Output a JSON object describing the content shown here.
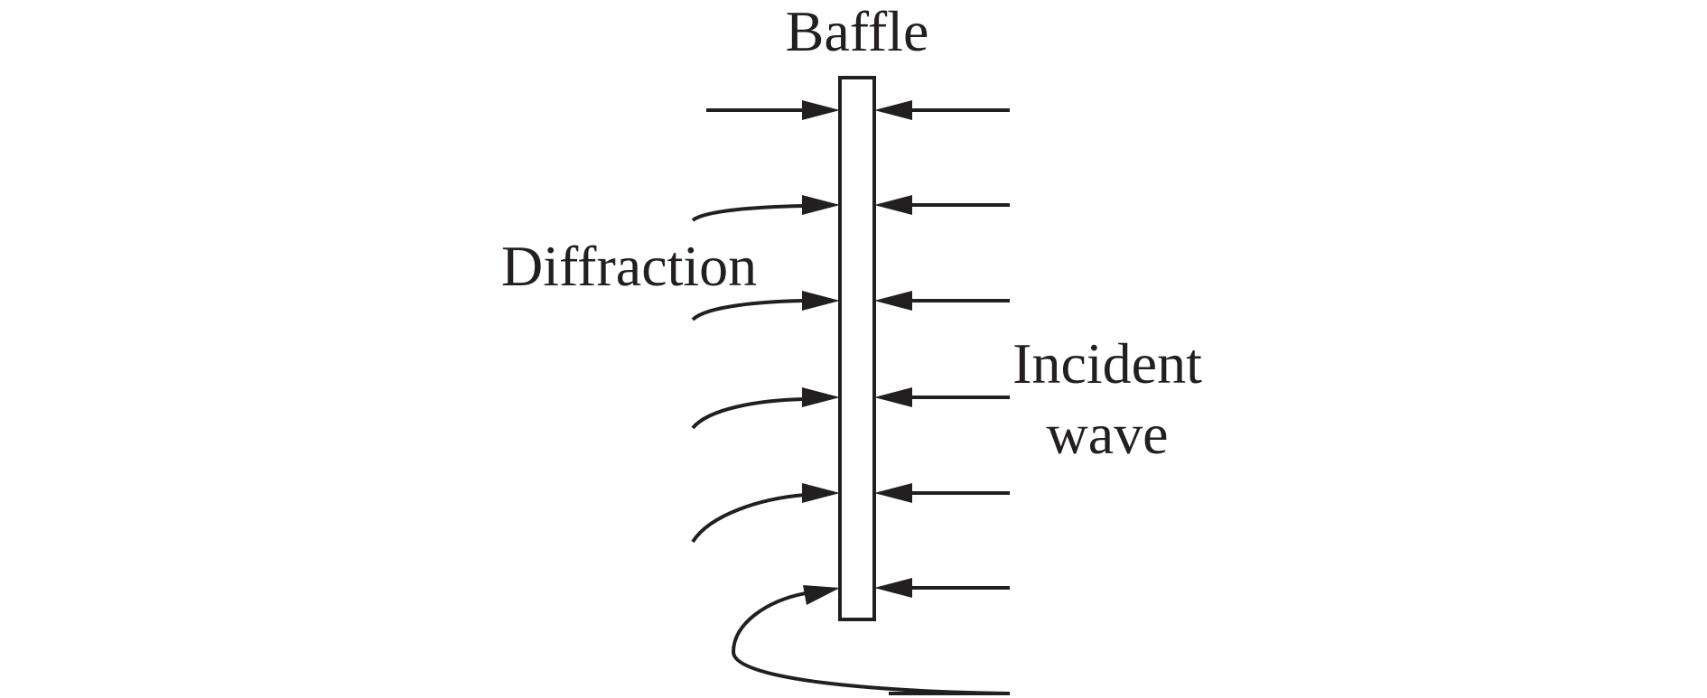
{
  "labels": {
    "baffle": "Baffle",
    "diffraction": "Diffraction",
    "incident_line1": "Incident",
    "incident_line2": "wave"
  },
  "colors": {
    "ink": "#231f20",
    "background": "#ffffff"
  }
}
